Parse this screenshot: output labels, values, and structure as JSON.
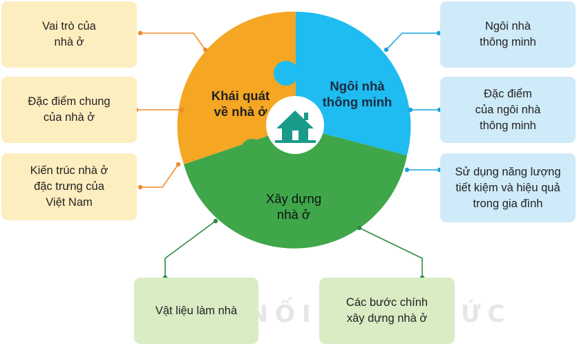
{
  "center": {
    "segments": [
      {
        "label": "Khái quát\nvề nhà ở",
        "color": "#f5a623"
      },
      {
        "label": "Ngôi nhà\nthông minh",
        "color": "#1ebcf0"
      },
      {
        "label": "Xây dựng\nnhà ở",
        "color": "#3fa64a"
      }
    ],
    "icon": "house-icon",
    "hub_color": "#1a9b8a"
  },
  "left_boxes": [
    {
      "label": "Vai trò của\nnhà ở"
    },
    {
      "label": "Đặc điểm chung\ncủa nhà ở"
    },
    {
      "label": "Kiến trúc nhà ở\nđặc trưng của\nViệt Nam"
    }
  ],
  "right_boxes": [
    {
      "label": "Ngôi nhà\nthông minh"
    },
    {
      "label": "Đặc điểm\ncủa ngôi nhà\nthông minh"
    },
    {
      "label": "Sử dụng năng lượng\ntiết kiệm và hiệu quả\ntrong gia đình"
    }
  ],
  "bottom_boxes": [
    {
      "label": "Vật liệu làm nhà"
    },
    {
      "label": "Các bước chính\nxây dựng nhà ở"
    }
  ],
  "watermark": "KẾT NỐI TRI THỨC",
  "colors": {
    "orange_line": "#f08a2c",
    "blue_line": "#1aa3dd",
    "green_line": "#2e8b3e"
  }
}
